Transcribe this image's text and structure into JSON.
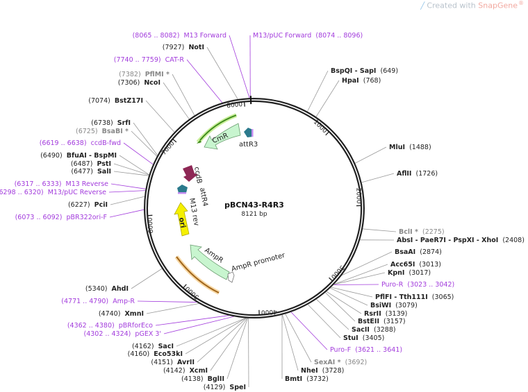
{
  "branding": {
    "prefix": "Created with ",
    "name": "SnapGene",
    "suffix": "®"
  },
  "plasmid": {
    "name": "pBCN43-R4R3",
    "length_label": "8121 bp",
    "length": 8121
  },
  "ticks": [
    "1000",
    "2000",
    "3000",
    "4000",
    "5000",
    "6000",
    "7000",
    "8000"
  ],
  "features": {
    "cmr": "CmR",
    "attr3": "attR3",
    "ccdb": "ccdB",
    "attr4": "attR4",
    "m13rev": "M13 rev",
    "ori": "ori",
    "ampr": "AmpR",
    "ampr_promoter": "AmpR promoter"
  },
  "colors": {
    "primer": "#a23bdc",
    "cmr_fill": "#c8f5cf",
    "ccdb": "#8e2755",
    "att": "#2b7a8c",
    "ori": "#f5f000",
    "ampr_fill": "#c8f5cf",
    "cmr_primer_arc": "#3d8a1c",
    "ampr_primer_arc": "#a0651b"
  },
  "sites": [
    {
      "name": "M13 Forward",
      "pos": "(8065 .. 8082)",
      "kind": "primer"
    },
    {
      "name": "M13/pUC Forward",
      "pos": "(8074 .. 8096)",
      "kind": "primer"
    },
    {
      "name": "NotI",
      "pos": "(7927)",
      "kind": "enzyme"
    },
    {
      "name": "CAT-R",
      "pos": "(7740 .. 7759)",
      "kind": "primer"
    },
    {
      "name": "PflMI *",
      "pos": "(7382)",
      "kind": "gray"
    },
    {
      "name": "NcoI",
      "pos": "(7306)",
      "kind": "enzyme"
    },
    {
      "name": "BstZ17I",
      "pos": "(7074)",
      "kind": "enzyme"
    },
    {
      "name": "SrfI",
      "pos": "(6738)",
      "kind": "enzyme"
    },
    {
      "name": "BsaBI *",
      "pos": "(6725)",
      "kind": "gray"
    },
    {
      "name": "ccdB-fwd",
      "pos": "(6619 .. 6638)",
      "kind": "primer"
    },
    {
      "name": "BfuAI  -  BspMI",
      "pos": "(6490)",
      "kind": "enzyme"
    },
    {
      "name": "PstI",
      "pos": "(6487)",
      "kind": "enzyme"
    },
    {
      "name": "SalI",
      "pos": "(6477)",
      "kind": "enzyme"
    },
    {
      "name": "M13 Reverse",
      "pos": "(6317 .. 6333)",
      "kind": "primer"
    },
    {
      "name": "M13/pUC Reverse",
      "pos": "(6298 .. 6320)",
      "kind": "primer"
    },
    {
      "name": "PciI",
      "pos": "(6227)",
      "kind": "enzyme"
    },
    {
      "name": "pBR322ori-F",
      "pos": "(6073 .. 6092)",
      "kind": "primer"
    },
    {
      "name": "AhdI",
      "pos": "(5340)",
      "kind": "enzyme"
    },
    {
      "name": "Amp-R",
      "pos": "(4771 .. 4790)",
      "kind": "primer"
    },
    {
      "name": "XmnI",
      "pos": "(4740)",
      "kind": "enzyme"
    },
    {
      "name": "pBRforEco",
      "pos": "(4362 .. 4380)",
      "kind": "primer"
    },
    {
      "name": "pGEX 3'",
      "pos": "(4302 .. 4324)",
      "kind": "primer"
    },
    {
      "name": "SacI",
      "pos": "(4162)",
      "kind": "enzyme"
    },
    {
      "name": "Eco53kI",
      "pos": "(4160)",
      "kind": "enzyme"
    },
    {
      "name": "AvrII",
      "pos": "(4151)",
      "kind": "enzyme"
    },
    {
      "name": "XcmI",
      "pos": "(4142)",
      "kind": "enzyme"
    },
    {
      "name": "BglII",
      "pos": "(4138)",
      "kind": "enzyme"
    },
    {
      "name": "SpeI",
      "pos": "(4129)",
      "kind": "enzyme"
    },
    {
      "name": "BspQI  -  SapI",
      "pos": "(649)",
      "kind": "enzyme"
    },
    {
      "name": "HpaI",
      "pos": "(768)",
      "kind": "enzyme"
    },
    {
      "name": "MluI",
      "pos": "(1488)",
      "kind": "enzyme"
    },
    {
      "name": "AflII",
      "pos": "(1726)",
      "kind": "enzyme"
    },
    {
      "name": "BclI *",
      "pos": "(2275)",
      "kind": "gray"
    },
    {
      "name": "AbsI  -  PaeR7I  -  PspXI  -  XhoI",
      "pos": "(2408)",
      "kind": "enzyme"
    },
    {
      "name": "BsaAI",
      "pos": "(2874)",
      "kind": "enzyme"
    },
    {
      "name": "Acc65I",
      "pos": "(3013)",
      "kind": "enzyme"
    },
    {
      "name": "KpnI",
      "pos": "(3017)",
      "kind": "enzyme"
    },
    {
      "name": "Puro-R",
      "pos": "(3023 .. 3042)",
      "kind": "primer"
    },
    {
      "name": "PflFI  -  Tth111I",
      "pos": "(3065)",
      "kind": "enzyme"
    },
    {
      "name": "BsiWI",
      "pos": "(3079)",
      "kind": "enzyme"
    },
    {
      "name": "RsrII",
      "pos": "(3139)",
      "kind": "enzyme"
    },
    {
      "name": "BstEII",
      "pos": "(3157)",
      "kind": "enzyme"
    },
    {
      "name": "SacII",
      "pos": "(3288)",
      "kind": "enzyme"
    },
    {
      "name": "StuI",
      "pos": "(3405)",
      "kind": "enzyme"
    },
    {
      "name": "Puro-F",
      "pos": "(3621 .. 3641)",
      "kind": "primer"
    },
    {
      "name": "SexAI *",
      "pos": "(3692)",
      "kind": "gray"
    },
    {
      "name": "NheI",
      "pos": "(3728)",
      "kind": "enzyme"
    },
    {
      "name": "BmtI",
      "pos": "(3732)",
      "kind": "enzyme"
    }
  ]
}
